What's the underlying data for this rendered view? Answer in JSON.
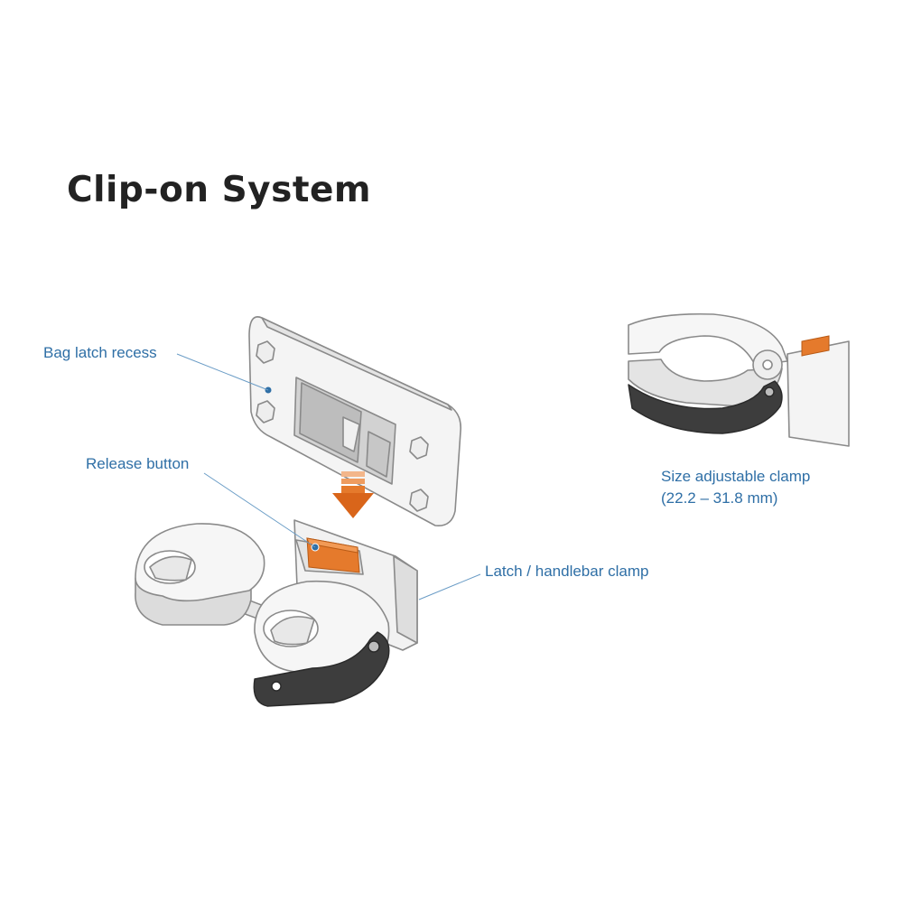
{
  "title": "Clip-on System",
  "labels": {
    "bag_latch_recess": "Bag latch recess",
    "release_button": "Release button",
    "latch_clamp": "Latch / handlebar clamp",
    "size_clamp_line1": "Size adjustable clamp",
    "size_clamp_line2": "(22.2 – 31.8 mm)"
  },
  "colors": {
    "label_text": "#2f6fa6",
    "leader_line": "#6a9cc6",
    "accent_orange": "#e57a2c",
    "dark_lever": "#3d3d3d",
    "outline": "#8a8a8a"
  }
}
